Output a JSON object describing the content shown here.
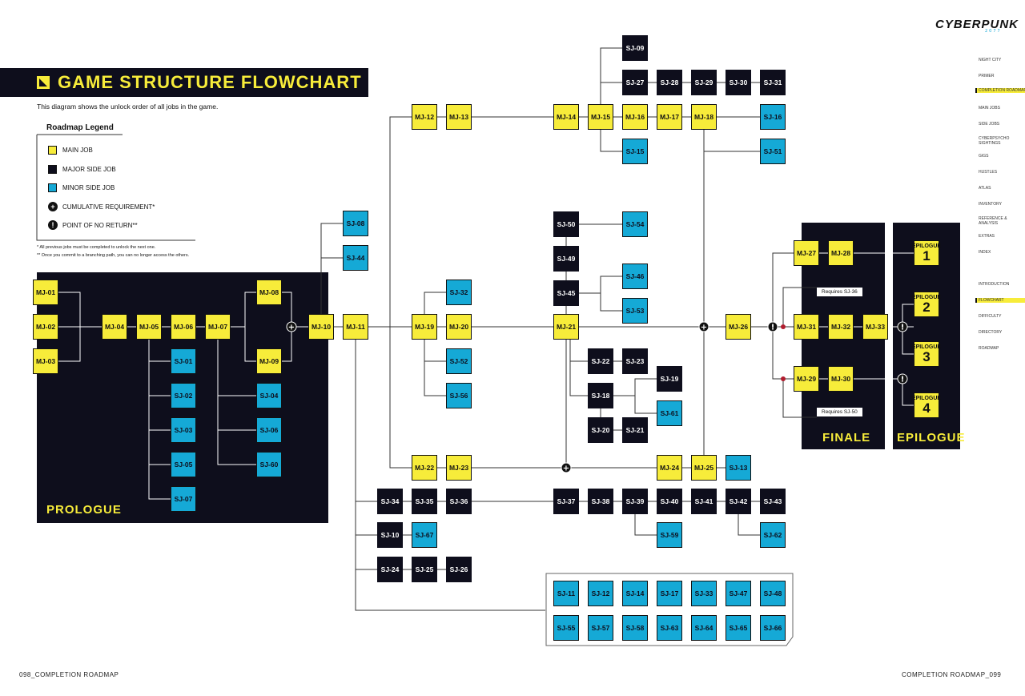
{
  "title": "GAME STRUCTURE FLOWCHART",
  "intro": "This diagram shows the unlock order of all jobs in the game.",
  "legend": {
    "title": "Roadmap Legend",
    "main": "MAIN JOB",
    "major": "MAJOR SIDE JOB",
    "minor": "MINOR SIDE JOB",
    "cumulative": "CUMULATIVE REQUIREMENT*",
    "ponr": "POINT OF NO RETURN**"
  },
  "notes": [
    "*   All previous jobs must be completed to unlock the next one.",
    "** Once you commit to a branching path, you can no longer access the others."
  ],
  "regions": {
    "prologue": "PROLOGUE",
    "finale": "FINALE",
    "epilogue": "EPILOGUE"
  },
  "requirements": {
    "sj36": "Requires SJ-36",
    "sj50": "Requires SJ-50"
  },
  "epilogue_label": "EPILOGUE",
  "logo": "CYBERPUNK",
  "logo_sub": "2077",
  "side_nav": [
    {
      "label": "NIGHT CITY",
      "active": false
    },
    {
      "label": "PRIMER",
      "active": false
    },
    {
      "label": "COMPLETION ROADMAP",
      "active": true
    },
    {
      "label": "MAIN JOBS",
      "active": false
    },
    {
      "label": "SIDE JOBS",
      "active": false
    },
    {
      "label": "CYBERPSYCHO SIGHTINGS",
      "active": false
    },
    {
      "label": "GIGS",
      "active": false
    },
    {
      "label": "HUSTLES",
      "active": false
    },
    {
      "label": "ATLAS",
      "active": false
    },
    {
      "label": "INVENTORY",
      "active": false
    },
    {
      "label": "REFERENCE & ANALYSIS",
      "active": false
    },
    {
      "label": "EXTRAS",
      "active": false
    },
    {
      "label": "INDEX",
      "active": false
    },
    {
      "label": "INTRODUCTION",
      "active": false
    },
    {
      "label": "FLOWCHART",
      "active": true
    },
    {
      "label": "DIFFICULTY",
      "active": false
    },
    {
      "label": "DIRECTORY",
      "active": false
    },
    {
      "label": "ROADMAP",
      "active": false
    }
  ],
  "footer_left": "098_COMPLETION ROADMAP",
  "footer_right": "COMPLETION ROADMAP_099",
  "nodes": [
    {
      "id": "MJ-01",
      "type": "main"
    },
    {
      "id": "MJ-02",
      "type": "main"
    },
    {
      "id": "MJ-03",
      "type": "main"
    },
    {
      "id": "MJ-04",
      "type": "main"
    },
    {
      "id": "MJ-05",
      "type": "main"
    },
    {
      "id": "MJ-06",
      "type": "main"
    },
    {
      "id": "MJ-07",
      "type": "main"
    },
    {
      "id": "MJ-08",
      "type": "main"
    },
    {
      "id": "MJ-09",
      "type": "main"
    },
    {
      "id": "MJ-10",
      "type": "main"
    },
    {
      "id": "MJ-11",
      "type": "main"
    },
    {
      "id": "SJ-01",
      "type": "minor"
    },
    {
      "id": "SJ-02",
      "type": "minor"
    },
    {
      "id": "SJ-03",
      "type": "minor"
    },
    {
      "id": "SJ-05",
      "type": "minor"
    },
    {
      "id": "SJ-07",
      "type": "minor"
    },
    {
      "id": "SJ-04",
      "type": "minor"
    },
    {
      "id": "SJ-06",
      "type": "minor"
    },
    {
      "id": "SJ-60",
      "type": "minor"
    },
    {
      "id": "SJ-08",
      "type": "minor"
    },
    {
      "id": "SJ-44",
      "type": "minor"
    },
    {
      "id": "MJ-12",
      "type": "main"
    },
    {
      "id": "MJ-13",
      "type": "main"
    },
    {
      "id": "MJ-14",
      "type": "main"
    },
    {
      "id": "MJ-15",
      "type": "main"
    },
    {
      "id": "MJ-16",
      "type": "main"
    },
    {
      "id": "MJ-17",
      "type": "main"
    },
    {
      "id": "MJ-18",
      "type": "main"
    },
    {
      "id": "SJ-09",
      "type": "major"
    },
    {
      "id": "SJ-27",
      "type": "major"
    },
    {
      "id": "SJ-28",
      "type": "major"
    },
    {
      "id": "SJ-29",
      "type": "major"
    },
    {
      "id": "SJ-30",
      "type": "major"
    },
    {
      "id": "SJ-31",
      "type": "major"
    },
    {
      "id": "SJ-16",
      "type": "minor"
    },
    {
      "id": "SJ-15",
      "type": "minor"
    },
    {
      "id": "SJ-51",
      "type": "minor"
    },
    {
      "id": "MJ-19",
      "type": "main"
    },
    {
      "id": "MJ-20",
      "type": "main"
    },
    {
      "id": "SJ-32",
      "type": "minor"
    },
    {
      "id": "SJ-52",
      "type": "minor"
    },
    {
      "id": "SJ-56",
      "type": "minor"
    },
    {
      "id": "MJ-21",
      "type": "main"
    },
    {
      "id": "SJ-50",
      "type": "major"
    },
    {
      "id": "SJ-54",
      "type": "minor"
    },
    {
      "id": "SJ-49",
      "type": "major"
    },
    {
      "id": "SJ-45",
      "type": "major"
    },
    {
      "id": "SJ-46",
      "type": "minor"
    },
    {
      "id": "SJ-53",
      "type": "minor"
    },
    {
      "id": "SJ-22",
      "type": "major"
    },
    {
      "id": "SJ-23",
      "type": "major"
    },
    {
      "id": "SJ-18",
      "type": "major"
    },
    {
      "id": "SJ-19",
      "type": "major"
    },
    {
      "id": "SJ-61",
      "type": "minor"
    },
    {
      "id": "SJ-20",
      "type": "major"
    },
    {
      "id": "SJ-21",
      "type": "major"
    },
    {
      "id": "MJ-22",
      "type": "main"
    },
    {
      "id": "MJ-23",
      "type": "main"
    },
    {
      "id": "MJ-24",
      "type": "main"
    },
    {
      "id": "MJ-25",
      "type": "main"
    },
    {
      "id": "SJ-13",
      "type": "minor"
    },
    {
      "id": "MJ-26",
      "type": "main"
    },
    {
      "id": "SJ-34",
      "type": "major"
    },
    {
      "id": "SJ-35",
      "type": "major"
    },
    {
      "id": "SJ-36",
      "type": "major"
    },
    {
      "id": "SJ-37",
      "type": "major"
    },
    {
      "id": "SJ-38",
      "type": "major"
    },
    {
      "id": "SJ-39",
      "type": "major"
    },
    {
      "id": "SJ-40",
      "type": "major"
    },
    {
      "id": "SJ-41",
      "type": "major"
    },
    {
      "id": "SJ-42",
      "type": "major"
    },
    {
      "id": "SJ-43",
      "type": "major"
    },
    {
      "id": "SJ-59",
      "type": "minor"
    },
    {
      "id": "SJ-62",
      "type": "minor"
    },
    {
      "id": "SJ-10",
      "type": "major"
    },
    {
      "id": "SJ-67",
      "type": "minor"
    },
    {
      "id": "SJ-24",
      "type": "major"
    },
    {
      "id": "SJ-25",
      "type": "major"
    },
    {
      "id": "SJ-26",
      "type": "major"
    },
    {
      "id": "SJ-11",
      "type": "minor"
    },
    {
      "id": "SJ-12",
      "type": "minor"
    },
    {
      "id": "SJ-14",
      "type": "minor"
    },
    {
      "id": "SJ-17",
      "type": "minor"
    },
    {
      "id": "SJ-33",
      "type": "minor"
    },
    {
      "id": "SJ-47",
      "type": "minor"
    },
    {
      "id": "SJ-48",
      "type": "minor"
    },
    {
      "id": "SJ-55",
      "type": "minor"
    },
    {
      "id": "SJ-57",
      "type": "minor"
    },
    {
      "id": "SJ-58",
      "type": "minor"
    },
    {
      "id": "SJ-63",
      "type": "minor"
    },
    {
      "id": "SJ-64",
      "type": "minor"
    },
    {
      "id": "SJ-65",
      "type": "minor"
    },
    {
      "id": "SJ-66",
      "type": "minor"
    },
    {
      "id": "MJ-27",
      "type": "main"
    },
    {
      "id": "MJ-28",
      "type": "main"
    },
    {
      "id": "MJ-31",
      "type": "main"
    },
    {
      "id": "MJ-32",
      "type": "main"
    },
    {
      "id": "MJ-33",
      "type": "main"
    },
    {
      "id": "MJ-29",
      "type": "main"
    },
    {
      "id": "MJ-30",
      "type": "main"
    },
    {
      "id": "EP-1",
      "type": "epi",
      "num": "1"
    },
    {
      "id": "EP-2",
      "type": "epi",
      "num": "2"
    },
    {
      "id": "EP-3",
      "type": "epi",
      "num": "3"
    },
    {
      "id": "EP-4",
      "type": "epi",
      "num": "4"
    }
  ]
}
